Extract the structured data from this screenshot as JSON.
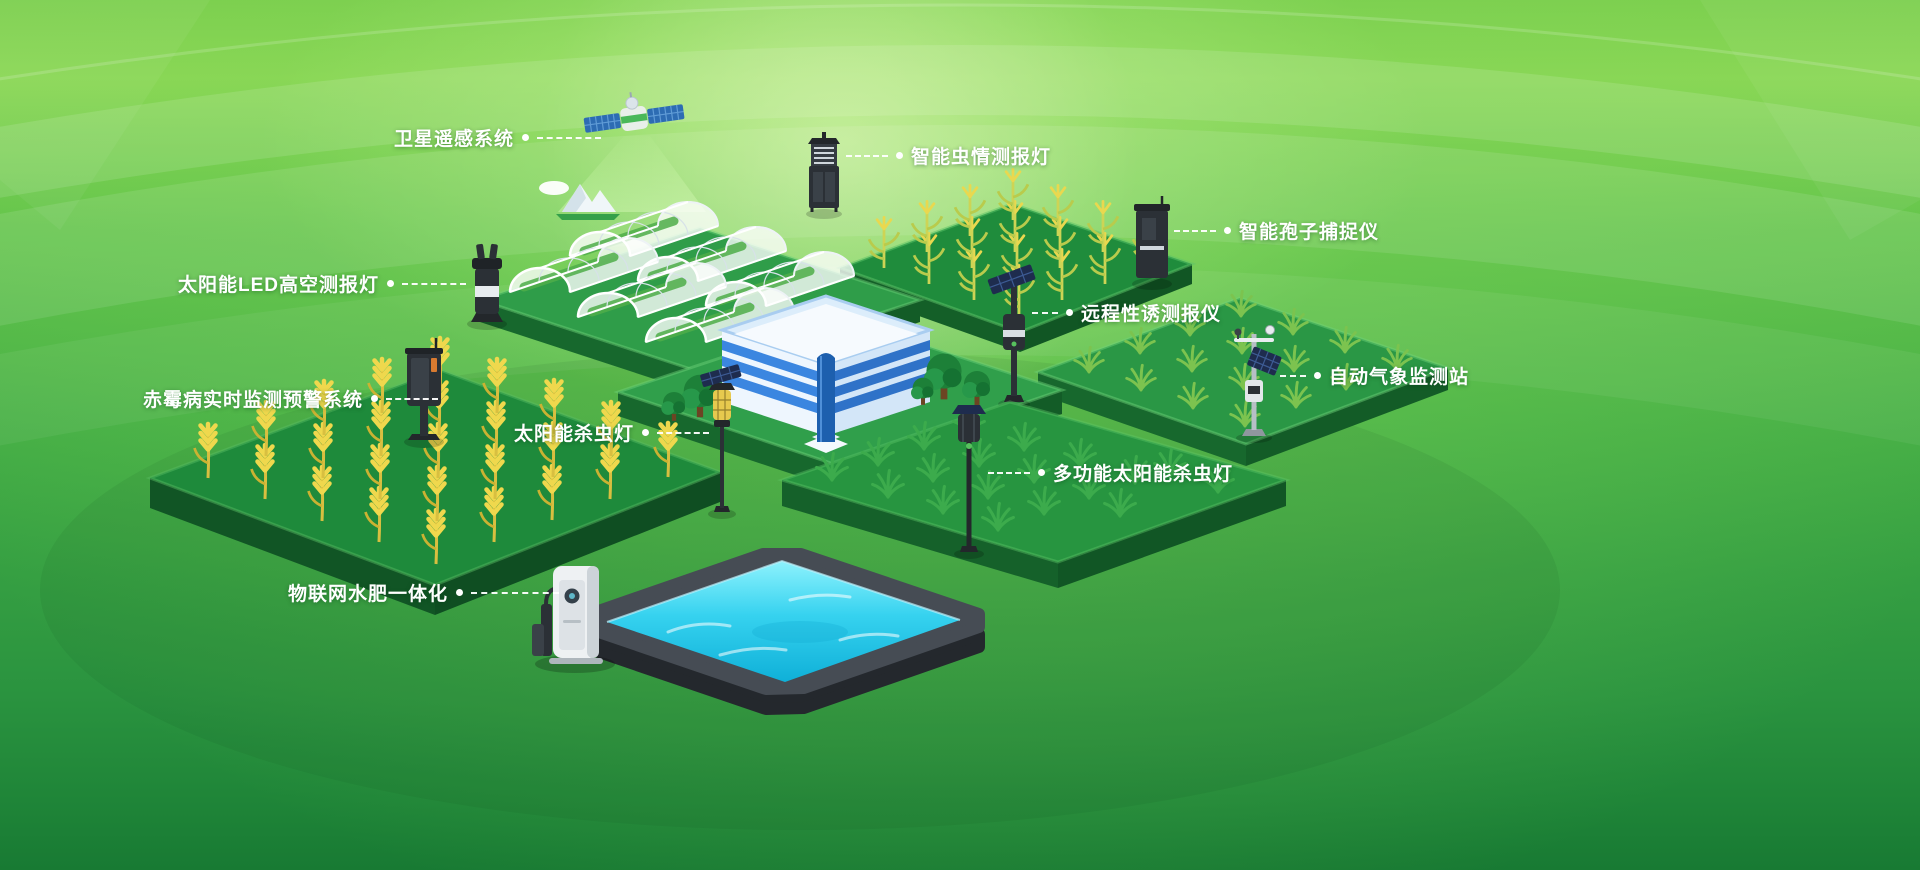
{
  "labels": [
    {
      "id": "satellite-remote-sensing",
      "text": "卫星遥感系统"
    },
    {
      "id": "smart-insect-monitor-lamp",
      "text": "智能虫情测报灯"
    },
    {
      "id": "smart-spore-catcher",
      "text": "智能孢子捕捉仪"
    },
    {
      "id": "solar-led-aerial-monitor-lamp",
      "text": "太阳能LED高空测报灯"
    },
    {
      "id": "remote-pheromone-monitor",
      "text": "远程性诱测报仪"
    },
    {
      "id": "auto-weather-station",
      "text": "自动气象监测站"
    },
    {
      "id": "scab-realtime-monitor-warning",
      "text": "赤霉病实时监测预警系统"
    },
    {
      "id": "solar-insect-killer-lamp",
      "text": "太阳能杀虫灯"
    },
    {
      "id": "multifunction-solar-insect-killer",
      "text": "多功能太阳能杀虫灯"
    },
    {
      "id": "iot-water-fertilizer-integration",
      "text": "物联网水肥一体化"
    }
  ],
  "colors": {
    "background_light_green": "#8ad755",
    "background_green": "#2a933f",
    "platform_green": "#2f9d49",
    "wheat_yellow": "#efd84d",
    "water_cyan": "#36d2ef",
    "building_blue": "#3b86e0",
    "device_dark": "#2b3036",
    "label_text": "#ffffff"
  }
}
